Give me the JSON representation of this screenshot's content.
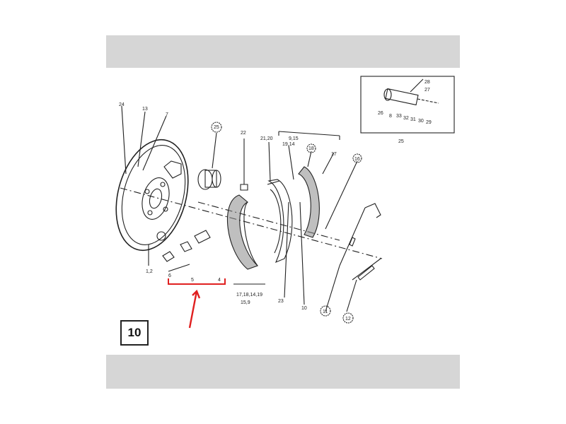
{
  "page_number": "10",
  "callouts": {
    "c24": "24",
    "c13": "13",
    "c7": "7",
    "c25a": "25",
    "c22": "22",
    "c2120": "21,20",
    "c915": "9,15",
    "c1914": "19,14",
    "c18": "18",
    "c17": "17",
    "c16": "16",
    "c12b": "1,2",
    "c6": "6",
    "c5": "5",
    "c4": "4",
    "c17181419": "17,18,14,19",
    "c159": "15,9",
    "c23": "23",
    "c10": "10",
    "c11": "11",
    "c12": "12",
    "c28": "28",
    "c27": "27",
    "c26": "26",
    "c8": "8",
    "c33": "33",
    "c32": "32",
    "c31": "31",
    "c30": "30",
    "c29": "29",
    "c25b": "25"
  },
  "colors": {
    "band": "#d6d6d6",
    "line": "#222222",
    "highlight": "#e02020",
    "lining": "#8a8a8a"
  }
}
